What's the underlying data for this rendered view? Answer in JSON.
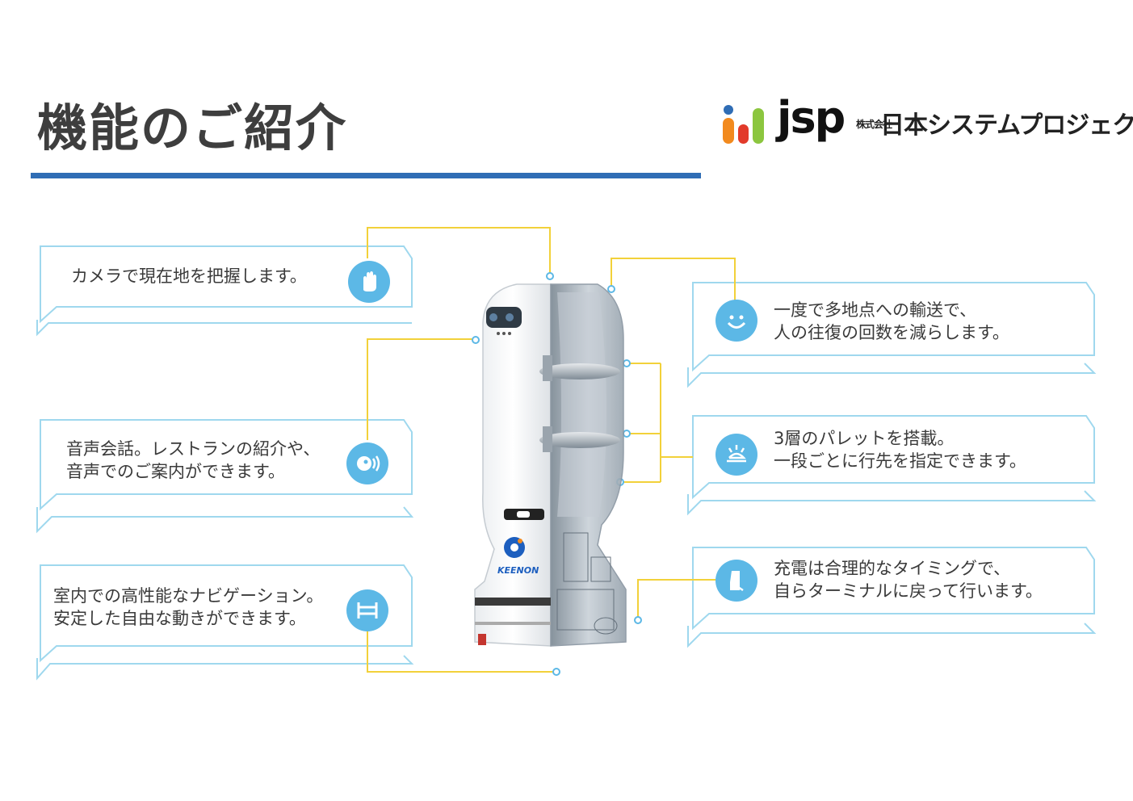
{
  "header": {
    "title": "機能のご紹介",
    "accent_color": "#2f6db5"
  },
  "logo": {
    "mark": "jsp",
    "company_prefix": "株式会社",
    "company_name": "日本システムプロジェクト"
  },
  "robot": {
    "brand": "KEENON"
  },
  "colors": {
    "frame": "#9fd8ee",
    "connector": "#f2d13a",
    "icon_bg": "#5cb8e6"
  },
  "features": {
    "camera": {
      "line1": "カメラで現在地を把握します。",
      "icon": "hand-icon"
    },
    "voice": {
      "line1": "音声会話。レストランの紹介や、",
      "line2": "音声でのご案内ができます。",
      "icon": "speech-icon"
    },
    "navigation": {
      "line1": "室内での高性能なナビゲーション。",
      "line2": "安定した自由な動きができます。",
      "icon": "navigation-icon"
    },
    "transport": {
      "line1": "一度で多地点への輸送で、",
      "line2": "人の往復の回数を減らします。",
      "icon": "smile-icon"
    },
    "trays": {
      "line1": "3層のパレットを搭載。",
      "line2": "一段ごとに行先を指定できます。",
      "icon": "sunrise-icon"
    },
    "charging": {
      "line1": "充電は合理的なタイミングで、",
      "line2": "自らターミナルに戻って行います。",
      "icon": "charger-icon"
    }
  }
}
